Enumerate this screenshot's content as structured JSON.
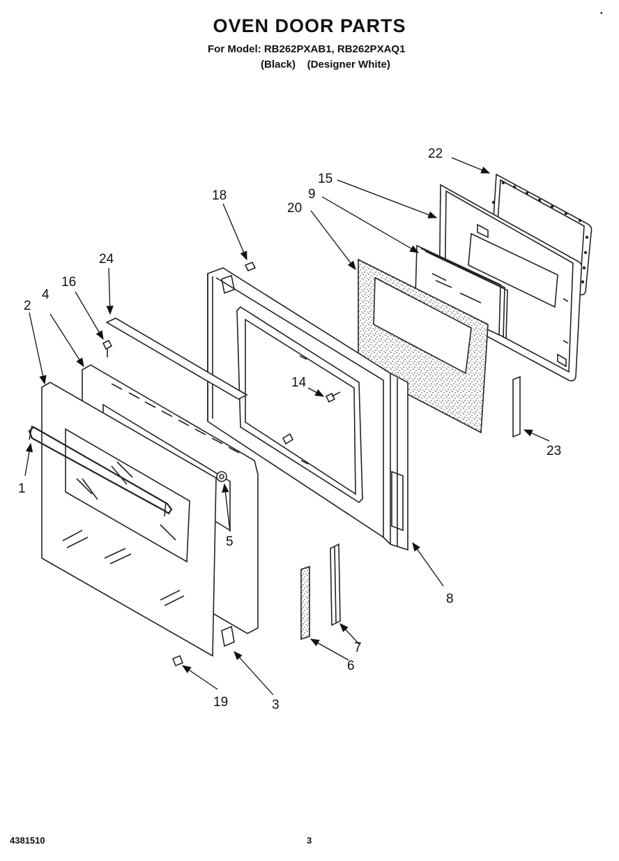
{
  "header": {
    "title": "OVEN DOOR PARTS",
    "models": "For Model: RB262PXAB1, RB262PXAQ1",
    "variants": "(Black)    (Designer White)"
  },
  "footer": {
    "doc_number": "4381510",
    "page_number": "3",
    "corner_mark": "•"
  },
  "callouts": [
    "22",
    "15",
    "9",
    "20",
    "18",
    "24",
    "16",
    "2",
    "4",
    "14",
    "1",
    "5",
    "23",
    "8",
    "7",
    "6",
    "19",
    "3"
  ]
}
